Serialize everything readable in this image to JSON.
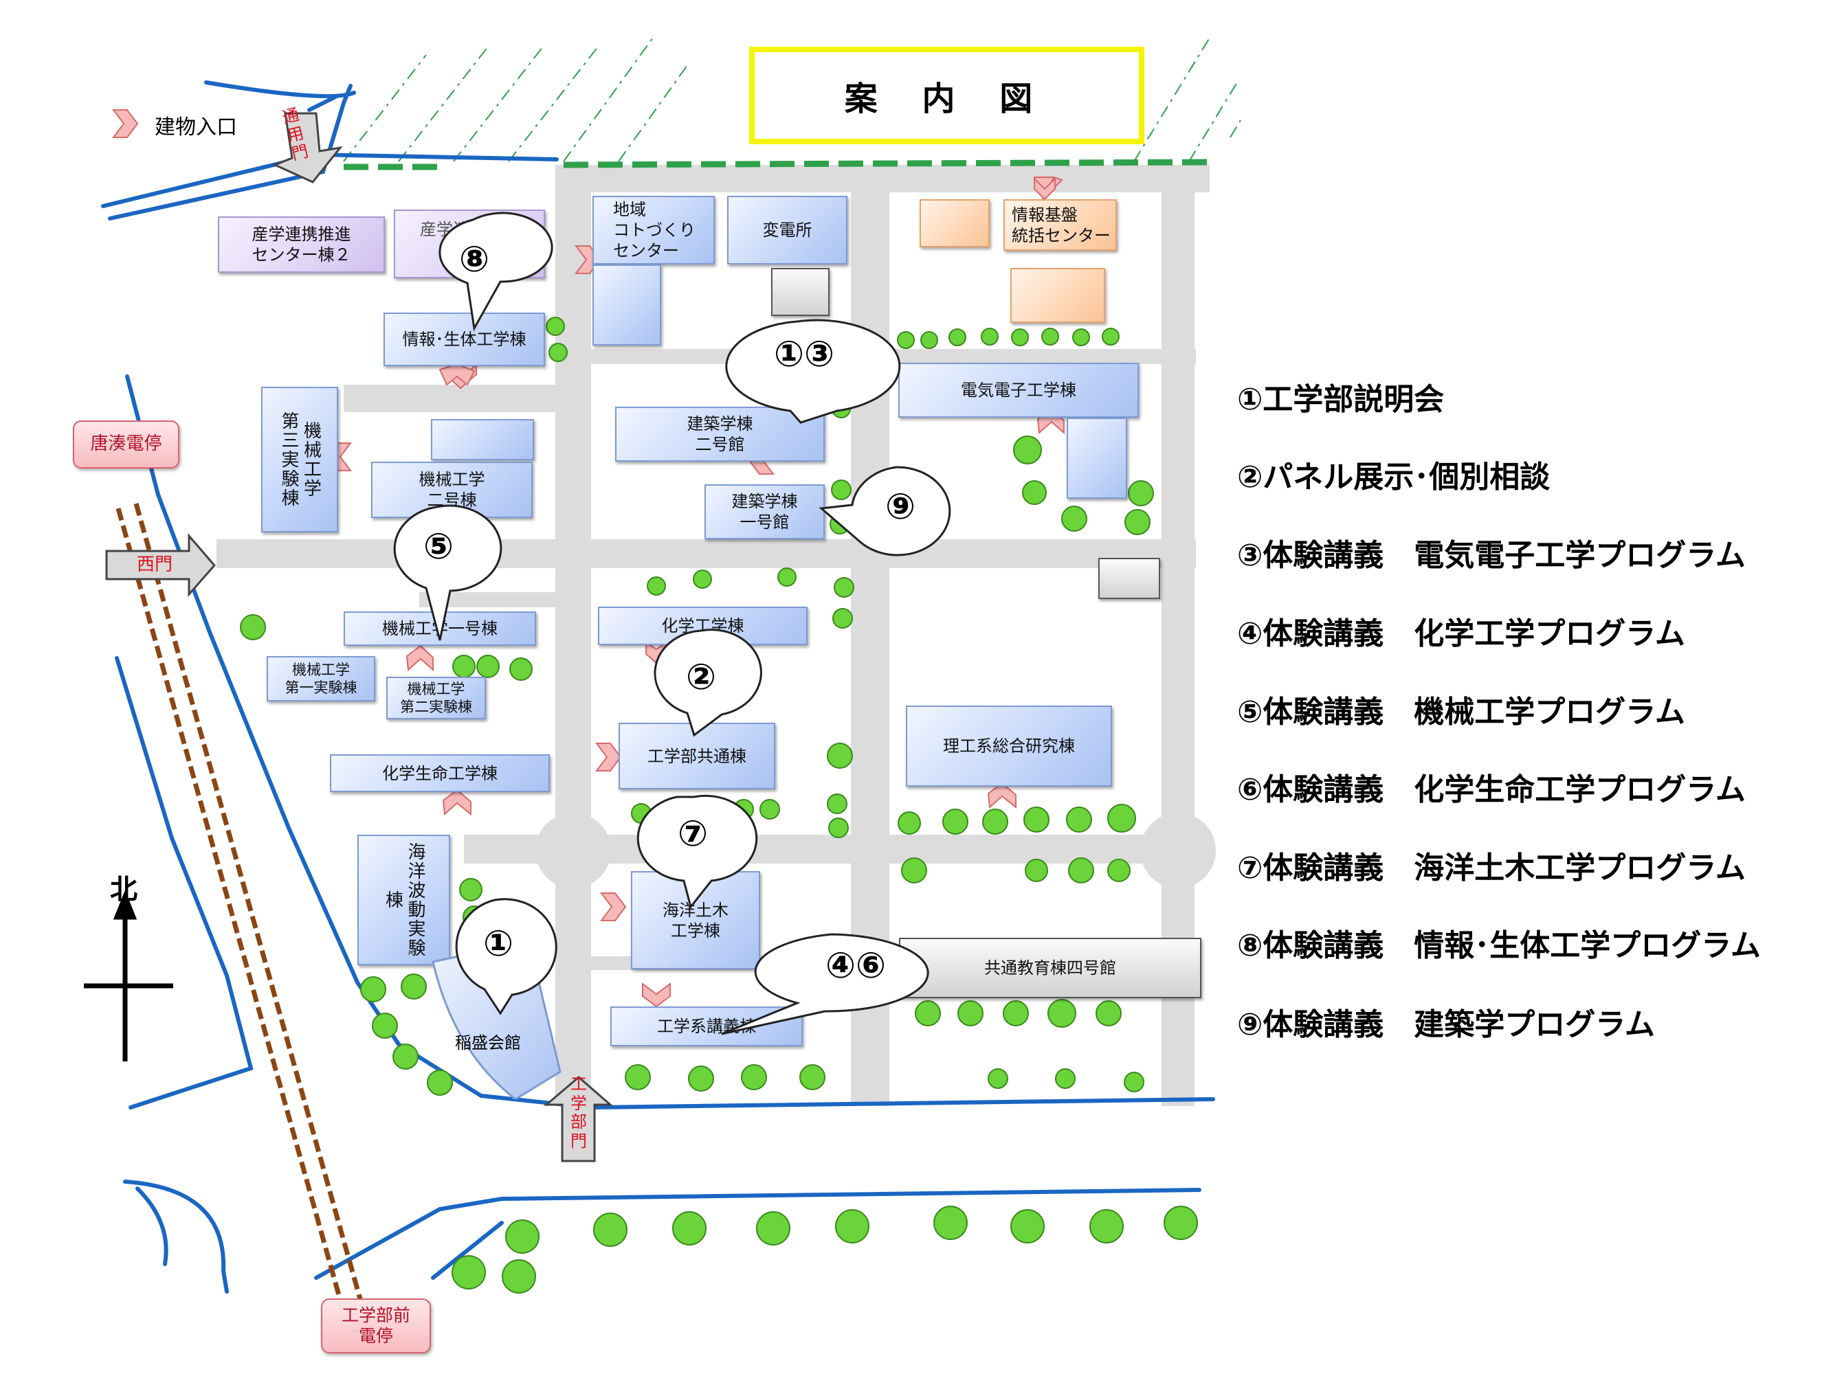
{
  "title": "案 内 図",
  "entrance_legend": "建物入口",
  "north": "北",
  "colors": {
    "building_blue": "#a9c2f2",
    "road": "#dcdcdc",
    "river": "#1a66c2",
    "rail": "#8b4513",
    "tree": "#6ad43a",
    "entrance_arrow": "#f28b8b",
    "title_border": "#f4f400",
    "stop": "#f8bcc1"
  },
  "gates": {
    "tsuyomon": "通\n用\n門",
    "nishimon": "西門",
    "kogakubu": "工\n学\n部\n門"
  },
  "stops": {
    "karatsu": "唐湊電停",
    "kogakubu_mae": "工学部前\n電停"
  },
  "buildings": {
    "sangaku2": "産学連携推進\nセンター棟２",
    "sangaku": "産学連携推進",
    "chiiki": "地域\nコトづくり\nセンター",
    "hendensho": "変電所",
    "johokiban": "情報基盤\n統括センター",
    "johoseitai": "情報･生体工学棟",
    "denki": "電気電子工学棟",
    "kikai_daisan": "機械工学\n第三実験棟",
    "kenchiku2": "建築学棟\n二号館",
    "kikai2": "機械工学\n二号棟",
    "kenchiku1": "建築学棟\n一号館",
    "kagaku": "化学工学棟",
    "kikai1": "機械工学一号棟",
    "kikai_daiichi": "機械工学\n第一実験棟",
    "kikai_daini": "機械工学\n第二実験棟",
    "kyotsu": "工学部共通棟",
    "riko": "理工系総合研究棟",
    "kagaku_seimei": "化学生命工学棟",
    "kaiyo_hado": "海洋波動実験棟",
    "kaiyo_doboku": "海洋土木\n工学棟",
    "inamori": "稲盛会館",
    "kogakukei": "工学系講義棟",
    "kyotsu4": "共通教育棟四号館"
  },
  "callouts": {
    "c8": "⑧",
    "c13": "①③",
    "c9": "⑨",
    "c5": "⑤",
    "c2": "②",
    "c7": "⑦",
    "c1": "①",
    "c46": "④⑥"
  },
  "legend": [
    "①工学部説明会",
    "②パネル展示･個別相談",
    "③体験講義　電気電子工学プログラム",
    "④体験講義　化学工学プログラム",
    "⑤体験講義　機械工学プログラム",
    "⑥体験講義　化学生命工学プログラム",
    "⑦体験講義　海洋土木工学プログラム",
    "⑧体験講義　情報･生体工学プログラム",
    "⑨体験講義　建築学プログラム"
  ]
}
